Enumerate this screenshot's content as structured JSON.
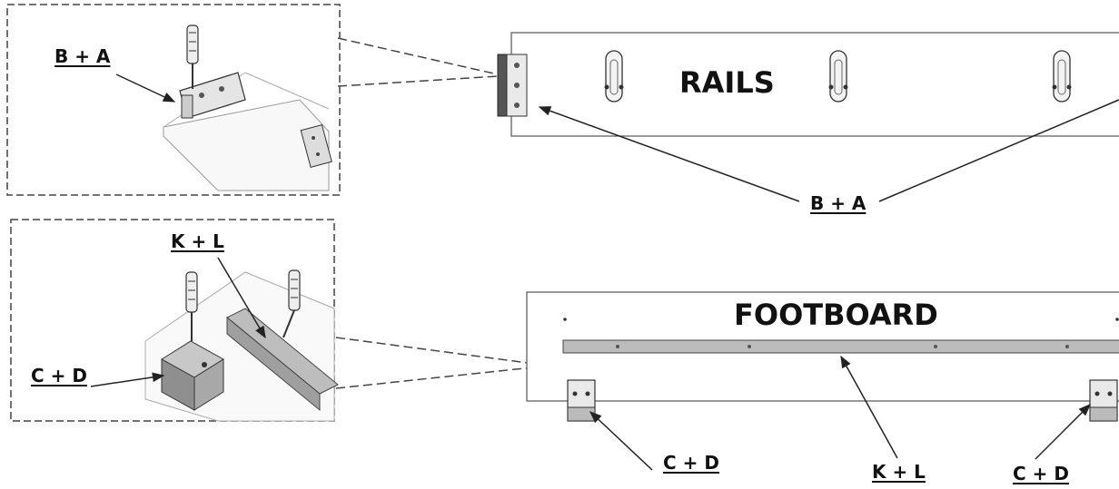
{
  "titles": {
    "rails": "RAILS",
    "footboard": "FOOTBOARD"
  },
  "labels": {
    "detail_top": "B + A",
    "detail_bottom_kl": "K + L",
    "detail_bottom_cd": "C + D",
    "rails_callout": "B + A",
    "footboard_cd_left": "C + D",
    "footboard_kl": "K + L",
    "footboard_cd_right": "C + D"
  },
  "colors": {
    "line": "#222222",
    "panel_edge": "#555555",
    "wood": "#b9b9b9",
    "dash": "#444444"
  }
}
